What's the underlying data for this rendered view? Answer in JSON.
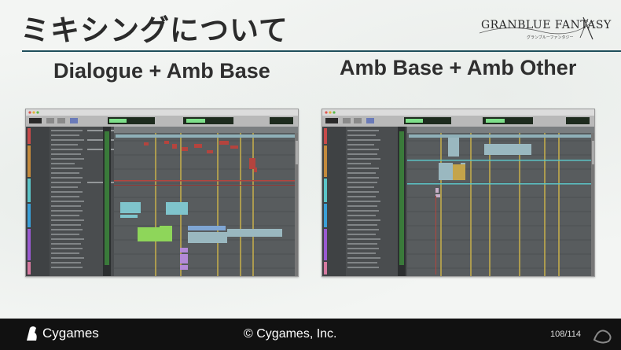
{
  "slide": {
    "title": "ミキシングについて",
    "logo_text": "GRANBLUE FANTASY",
    "logo_sub": "グランブルーファンタジー"
  },
  "columns": [
    {
      "heading": "Dialogue + Amb Base"
    },
    {
      "heading": "Amb Base + Amb Other"
    }
  ],
  "footer": {
    "brand": "Cygames",
    "copyright": "© Cygames, Inc.",
    "page": "108/114"
  },
  "colors": {
    "title_rule": "#1f4f5c",
    "footer_bg": "#111111",
    "daw_bg": "#585c5e",
    "track_header": "#6a6e70",
    "clip_teal": "#7fc4cc",
    "clip_green": "#8ed65a",
    "clip_purple": "#b48ad8",
    "clip_red": "#b4443e",
    "marker_yellow": "#c9b04a"
  }
}
